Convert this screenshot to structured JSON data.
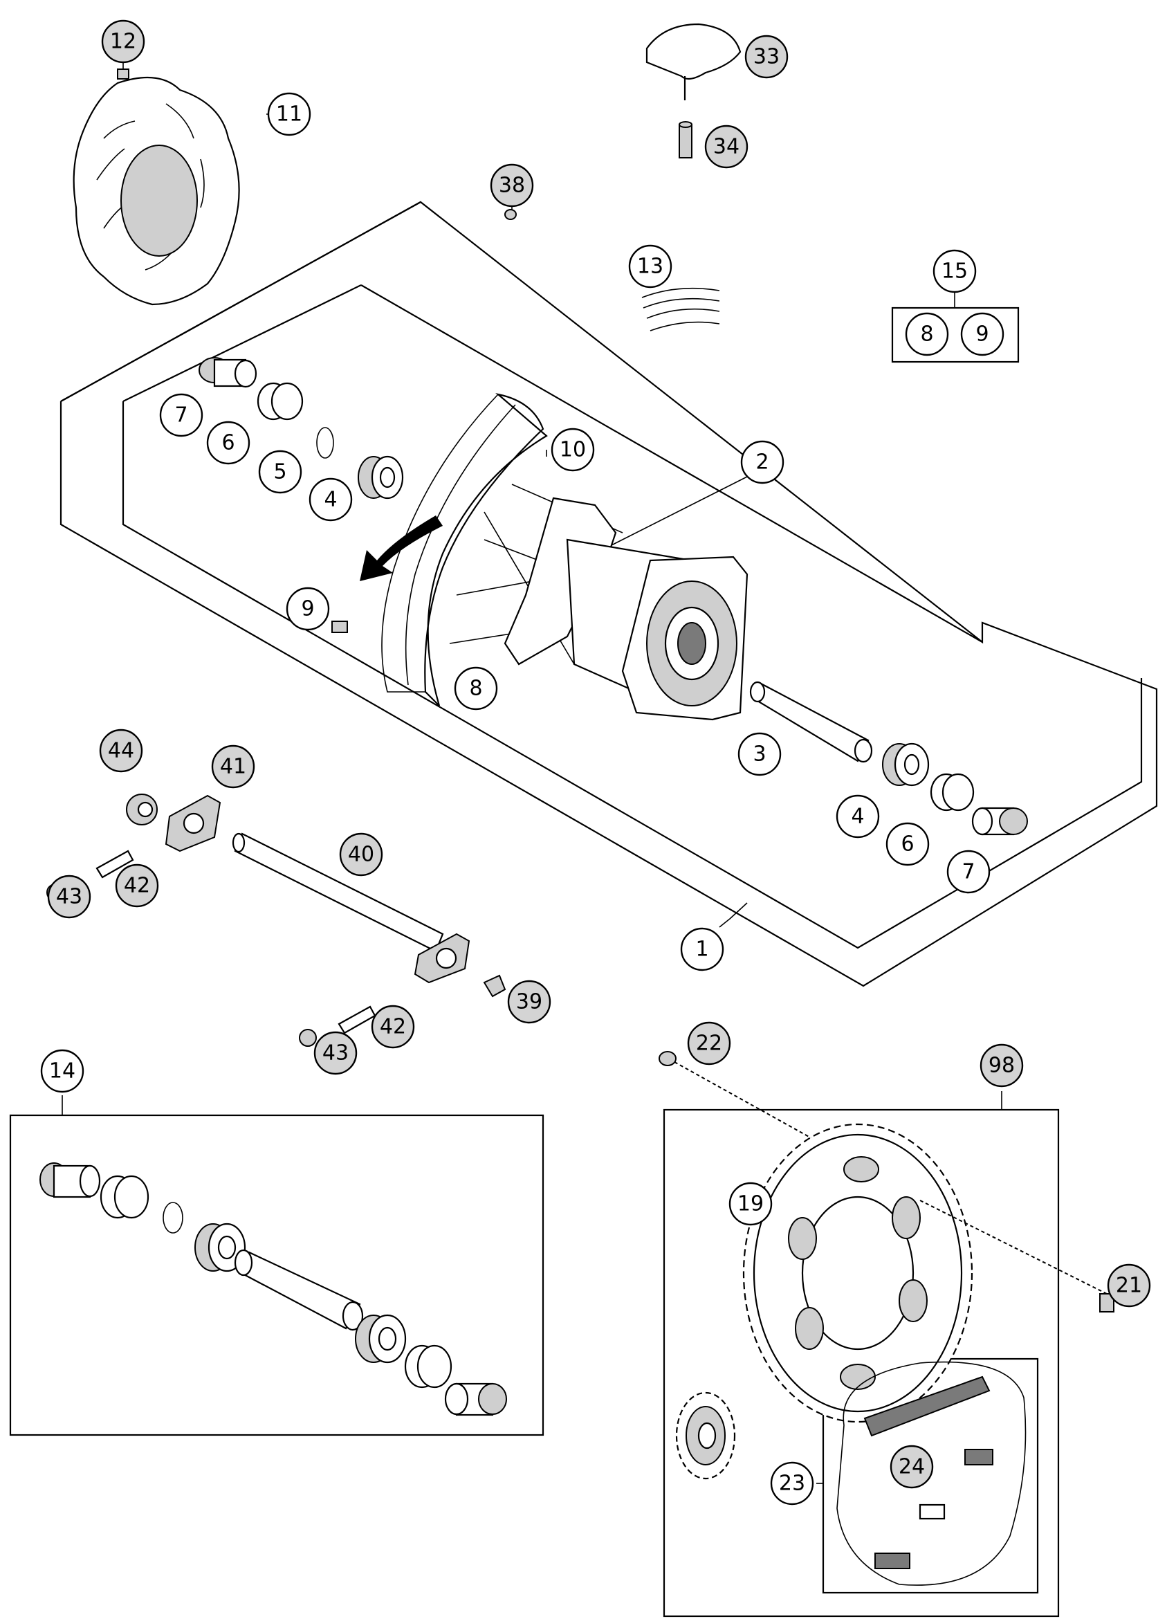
{
  "callouts": [
    {
      "id": "c12",
      "label": "12",
      "filled": true
    },
    {
      "id": "c11",
      "label": "11",
      "filled": false
    },
    {
      "id": "c33",
      "label": "33",
      "filled": true
    },
    {
      "id": "c34",
      "label": "34",
      "filled": true
    },
    {
      "id": "c38",
      "label": "38",
      "filled": true
    },
    {
      "id": "c13",
      "label": "13",
      "filled": false
    },
    {
      "id": "c15",
      "label": "15",
      "filled": false
    },
    {
      "id": "c15a",
      "label": "8",
      "filled": false
    },
    {
      "id": "c15b",
      "label": "9",
      "filled": false
    },
    {
      "id": "c7a",
      "label": "7",
      "filled": false
    },
    {
      "id": "c6a",
      "label": "6",
      "filled": false
    },
    {
      "id": "c5",
      "label": "5",
      "filled": false
    },
    {
      "id": "c4a",
      "label": "4",
      "filled": false
    },
    {
      "id": "c10",
      "label": "10",
      "filled": false
    },
    {
      "id": "c2",
      "label": "2",
      "filled": false
    },
    {
      "id": "c9",
      "label": "9",
      "filled": false
    },
    {
      "id": "c8",
      "label": "8",
      "filled": false
    },
    {
      "id": "c3",
      "label": "3",
      "filled": false
    },
    {
      "id": "c4b",
      "label": "4",
      "filled": false
    },
    {
      "id": "c6b",
      "label": "6",
      "filled": false
    },
    {
      "id": "c7b",
      "label": "7",
      "filled": false
    },
    {
      "id": "c44",
      "label": "44",
      "filled": true
    },
    {
      "id": "c41",
      "label": "41",
      "filled": true
    },
    {
      "id": "c40",
      "label": "40",
      "filled": true
    },
    {
      "id": "c42a",
      "label": "42",
      "filled": true
    },
    {
      "id": "c43a",
      "label": "43",
      "filled": true
    },
    {
      "id": "c1",
      "label": "1",
      "filled": false
    },
    {
      "id": "c39",
      "label": "39",
      "filled": true
    },
    {
      "id": "c42b",
      "label": "42",
      "filled": true
    },
    {
      "id": "c43b",
      "label": "43",
      "filled": true
    },
    {
      "id": "c14",
      "label": "14",
      "filled": false
    },
    {
      "id": "c22",
      "label": "22",
      "filled": true
    },
    {
      "id": "c98",
      "label": "98",
      "filled": true
    },
    {
      "id": "c19",
      "label": "19",
      "filled": false
    },
    {
      "id": "c21",
      "label": "21",
      "filled": true
    },
    {
      "id": "c24",
      "label": "24",
      "filled": true
    },
    {
      "id": "c23",
      "label": "23",
      "filled": false
    }
  ]
}
